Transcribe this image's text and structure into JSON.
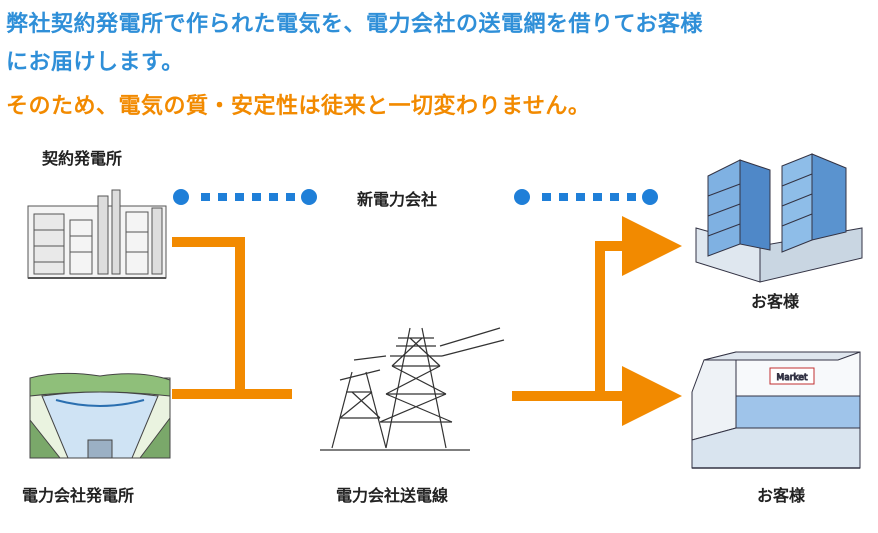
{
  "header": {
    "line1": "弊社契約発電所で作られた電気を、電力会社の送電網を借りてお客様",
    "line2": "にお届けします。",
    "line3": "そのため、電気の質・安定性は徒来と一切変わりません。"
  },
  "labels": {
    "contract_plant": "契約発電所",
    "new_power_company": "新電力会社",
    "utility_plant": "電力会社発電所",
    "utility_transmission": "電力会社送電線",
    "customer_top": "お客様",
    "customer_bottom": "お客様"
  },
  "illustrations": {
    "market_sign": "Market"
  },
  "colors": {
    "header_blue": "#2f8fd8",
    "accent_orange": "#f28a00",
    "dot_blue": "#1f7fd8",
    "building_blue": "#6aa8e0"
  }
}
